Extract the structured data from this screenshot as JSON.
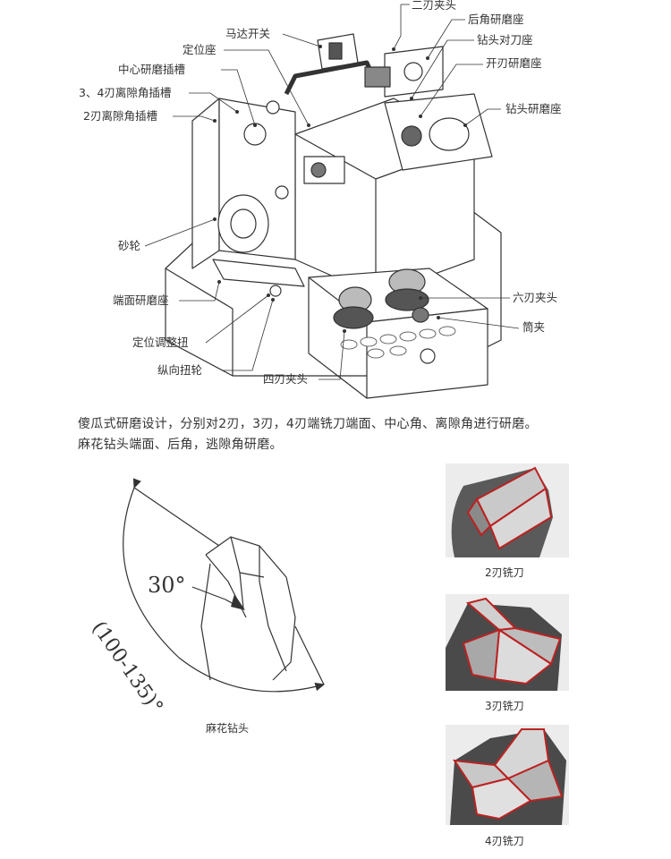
{
  "machine_labels": {
    "two_flute_chuck": "二刃夹头",
    "back_angle_seat": "后角研磨座",
    "motor_switch": "马达开关",
    "drill_align_seat": "钻头对刀座",
    "locating_seat": "定位座",
    "split_point_seat": "开刃研磨座",
    "center_slot": "中心研磨插槽",
    "slot_34": "3、4刃离隙角插槽",
    "slot_2": "2刃离隙角插槽",
    "drill_seat": "钻头研磨座",
    "wheel": "砂轮",
    "six_flute_chuck": "六刃夹头",
    "end_face_seat": "端面研磨座",
    "collet": "筒夹",
    "locating_knob": "定位调整扭",
    "vertical_knob": "纵向扭轮",
    "four_flute_chuck": "四刃夹头"
  },
  "description": {
    "line1": "傻瓜式研磨设计，分别对2刃，3刃，4刃端铣刀端面、中心角、离隙角进行研磨。",
    "line2": "麻花钻头端面、后角，逃隙角研磨。"
  },
  "drill_figure": {
    "angle_30": "30°",
    "angle_range": "(100-135)°",
    "caption": "麻花钻头"
  },
  "cutters": [
    {
      "caption": "2刃铣刀"
    },
    {
      "caption": "3刃铣刀"
    },
    {
      "caption": "4刃铣刀"
    }
  ]
}
